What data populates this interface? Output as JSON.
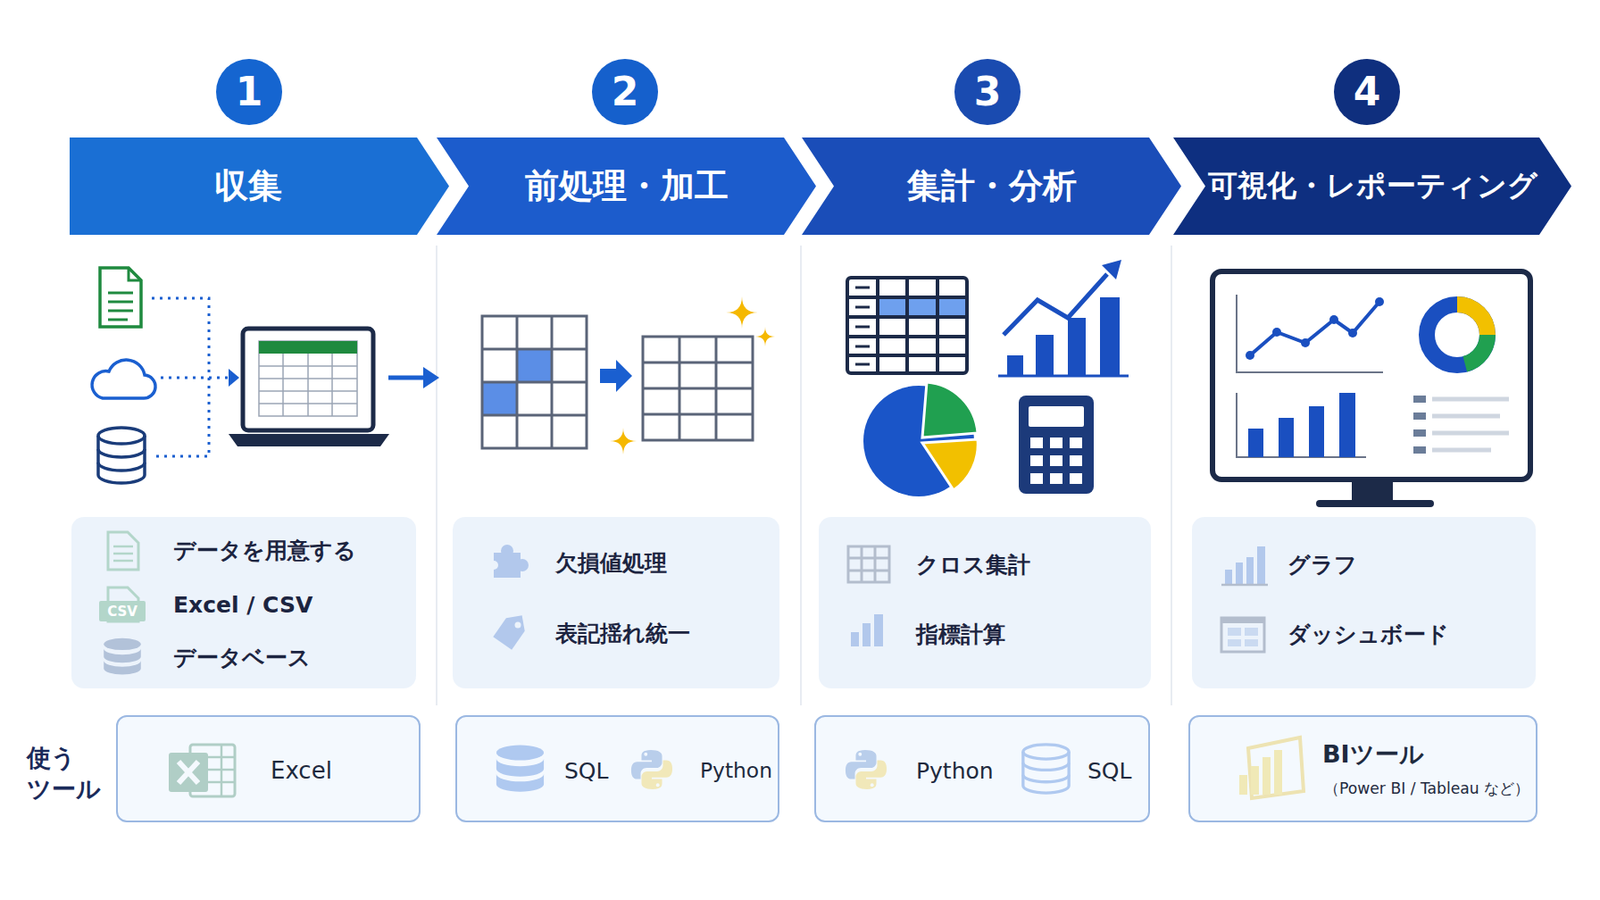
{
  "diagram": {
    "nodes": [
      {
        "text": [
          "1"
        ]
      },
      {
        "text": [
          "2"
        ]
      },
      {
        "text": [
          "3"
        ]
      },
      {
        "text": [
          "4"
        ]
      },
      {
        "text": [
          "収集"
        ]
      },
      {
        "text": [
          "前処理・加工"
        ]
      },
      {
        "text": [
          "集計・分析"
        ]
      },
      {
        "text": [
          "可視化・レポーティング"
        ]
      },
      {
        "text": [
          "データを用意する",
          "Excel / CSV",
          "データベース"
        ]
      },
      {
        "text": [
          "欠損値処理",
          "表記揺れ統一"
        ]
      },
      {
        "text": [
          "クロス集計",
          "指標計算"
        ]
      },
      {
        "text": [
          "グラフ",
          "ダッシュボード"
        ]
      },
      {
        "text": [
          "Excel"
        ]
      },
      {
        "text": [
          "SQL",
          "Python"
        ]
      },
      {
        "text": [
          "Python",
          "SQL"
        ]
      },
      {
        "text": [
          "BIツール",
          "（Power BI / Tableau など）"
        ]
      }
    ],
    "labels": [
      "CSV",
      "使う ツール"
    ]
  }
}
